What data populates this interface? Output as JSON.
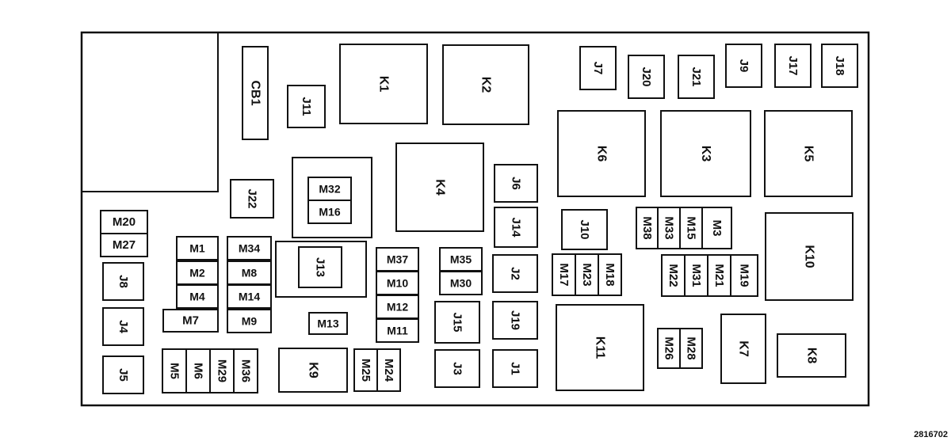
{
  "reference_number": "2816702",
  "components": [
    {
      "id": "cb1",
      "label": "CB1"
    },
    {
      "id": "j11",
      "label": "J11"
    },
    {
      "id": "k1",
      "label": "K1"
    },
    {
      "id": "k2",
      "label": "K2"
    },
    {
      "id": "j7",
      "label": "J7"
    },
    {
      "id": "j20",
      "label": "J20"
    },
    {
      "id": "j21",
      "label": "J21"
    },
    {
      "id": "j9",
      "label": "J9"
    },
    {
      "id": "j17",
      "label": "J17"
    },
    {
      "id": "j18",
      "label": "J18"
    },
    {
      "id": "k6",
      "label": "K6"
    },
    {
      "id": "k3",
      "label": "K3"
    },
    {
      "id": "k5",
      "label": "K5"
    },
    {
      "id": "k4",
      "label": "K4"
    },
    {
      "id": "j6",
      "label": "J6"
    },
    {
      "id": "j22",
      "label": "J22"
    },
    {
      "id": "m32",
      "label": "M32"
    },
    {
      "id": "m16",
      "label": "M16"
    },
    {
      "id": "j14",
      "label": "J14"
    },
    {
      "id": "j10",
      "label": "J10"
    },
    {
      "id": "m38",
      "label": "M38"
    },
    {
      "id": "m33",
      "label": "M33"
    },
    {
      "id": "m15",
      "label": "M15"
    },
    {
      "id": "m3",
      "label": "M3"
    },
    {
      "id": "k10",
      "label": "K10"
    },
    {
      "id": "m20",
      "label": "M20"
    },
    {
      "id": "m27",
      "label": "M27"
    },
    {
      "id": "m1",
      "label": "M1"
    },
    {
      "id": "m34",
      "label": "M34"
    },
    {
      "id": "m2",
      "label": "M2"
    },
    {
      "id": "m8",
      "label": "M8"
    },
    {
      "id": "m4",
      "label": "M4"
    },
    {
      "id": "m14",
      "label": "M14"
    },
    {
      "id": "m7",
      "label": "M7"
    },
    {
      "id": "m9",
      "label": "M9"
    },
    {
      "id": "j13",
      "label": "J13"
    },
    {
      "id": "m37",
      "label": "M37"
    },
    {
      "id": "m10",
      "label": "M10"
    },
    {
      "id": "m12",
      "label": "M12"
    },
    {
      "id": "m11",
      "label": "M11"
    },
    {
      "id": "m35",
      "label": "M35"
    },
    {
      "id": "m30",
      "label": "M30"
    },
    {
      "id": "j2",
      "label": "J2"
    },
    {
      "id": "m17",
      "label": "M17"
    },
    {
      "id": "m23",
      "label": "M23"
    },
    {
      "id": "m18",
      "label": "M18"
    },
    {
      "id": "m22",
      "label": "M22"
    },
    {
      "id": "m31",
      "label": "M31"
    },
    {
      "id": "m21",
      "label": "M21"
    },
    {
      "id": "m19",
      "label": "M19"
    },
    {
      "id": "j8",
      "label": "J8"
    },
    {
      "id": "j4",
      "label": "J4"
    },
    {
      "id": "m13",
      "label": "M13"
    },
    {
      "id": "j15",
      "label": "J15"
    },
    {
      "id": "j19",
      "label": "J19"
    },
    {
      "id": "k11",
      "label": "K11"
    },
    {
      "id": "m26",
      "label": "M26"
    },
    {
      "id": "m28",
      "label": "M28"
    },
    {
      "id": "k7",
      "label": "K7"
    },
    {
      "id": "k8",
      "label": "K8"
    },
    {
      "id": "j5",
      "label": "J5"
    },
    {
      "id": "m5",
      "label": "M5"
    },
    {
      "id": "m6",
      "label": "M6"
    },
    {
      "id": "m29",
      "label": "M29"
    },
    {
      "id": "m36",
      "label": "M36"
    },
    {
      "id": "k9",
      "label": "K9"
    },
    {
      "id": "m25",
      "label": "M25"
    },
    {
      "id": "m24",
      "label": "M24"
    },
    {
      "id": "j3",
      "label": "J3"
    },
    {
      "id": "j1",
      "label": "J1"
    }
  ]
}
